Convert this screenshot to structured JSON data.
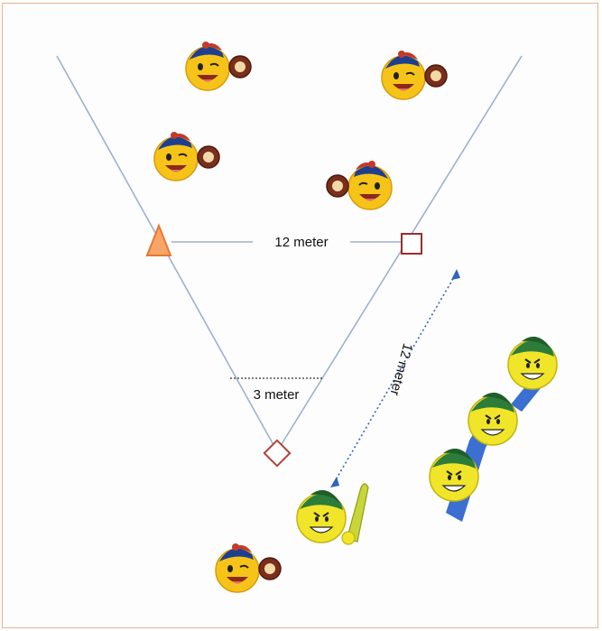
{
  "diagram": {
    "labels": {
      "first_base_distance": "12 meter",
      "home_to_pitch_distance": "12 meter",
      "foul_zone_distance": "3 meter"
    },
    "colors": {
      "foul_lines": "#9db0cf",
      "first_base": "#e8772e",
      "second_base": "#9a2f2a",
      "home_plate": "#b0433a",
      "dotted_arrow": "#2f64c0",
      "fielder_face": "#f6c419",
      "fielder_cap": "#1e3f8f",
      "batter_face": "#f1e52a",
      "batter_cap": "#2d7d3a",
      "glove": "#7a2e1c",
      "bench": "#3b6fd1"
    },
    "fielders": [
      {
        "name": "fielder-1"
      },
      {
        "name": "fielder-2"
      },
      {
        "name": "fielder-3"
      },
      {
        "name": "fielder-4"
      },
      {
        "name": "catcher"
      }
    ],
    "batting_team": [
      {
        "name": "batter"
      },
      {
        "name": "waiting-player-1"
      },
      {
        "name": "waiting-player-2"
      },
      {
        "name": "waiting-player-3"
      }
    ]
  }
}
